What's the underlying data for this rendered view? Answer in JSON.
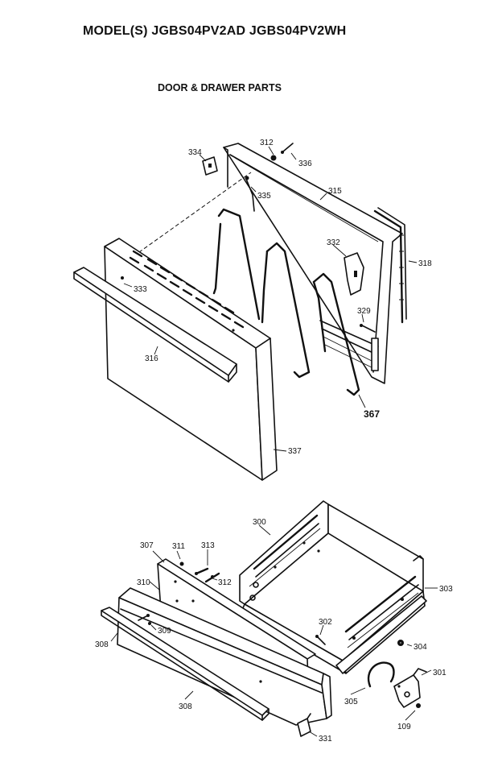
{
  "header": {
    "model_line": "MODEL(S) JGBS04PV2AD  JGBS04PV2WH",
    "section_title": "DOOR & DRAWER PARTS"
  },
  "door_parts": {
    "p334": "334",
    "p312": "312",
    "p336": "336",
    "p335": "335",
    "p315": "315",
    "p332": "332",
    "p318": "318",
    "p333": "333",
    "p329": "329",
    "p316": "316",
    "p367": "367",
    "p337": "337"
  },
  "drawer_parts": {
    "p300": "300",
    "p307": "307",
    "p311": "311",
    "p313": "313",
    "p312": "312",
    "p310": "310",
    "p309": "309",
    "p303": "303",
    "p302": "302",
    "p304": "304",
    "p301": "301",
    "p305": "305",
    "p308a": "308",
    "p308b": "308",
    "p331": "331",
    "p109": "109"
  },
  "colors": {
    "ink": "#111111",
    "paper": "#ffffff"
  }
}
